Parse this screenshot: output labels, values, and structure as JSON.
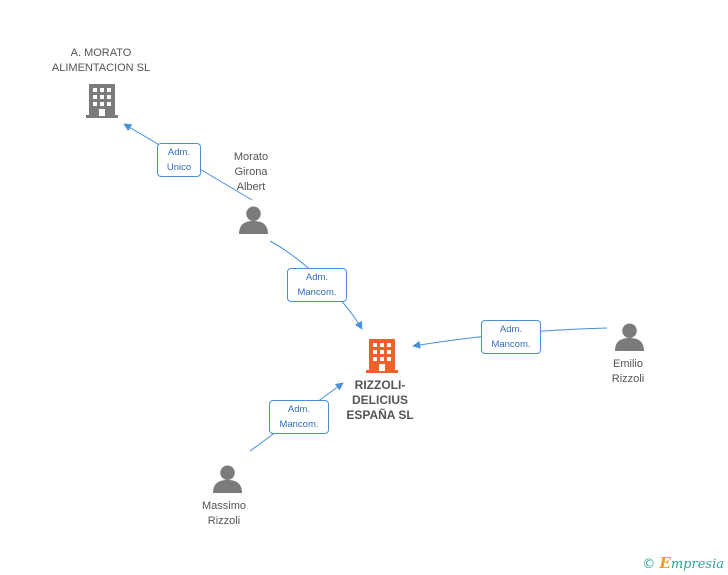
{
  "colors": {
    "edge": "#4a8fd9",
    "company": "#7b7b7b",
    "company_main": "#f0602a",
    "person": "#7b7b7b"
  },
  "nodes": {
    "morato_sl": {
      "lines": [
        "A.  MORATO",
        "ALIMENTACION SL"
      ],
      "icon": "building-icon"
    },
    "morato_person": {
      "lines": [
        "Morato",
        "Girona",
        "Albert"
      ],
      "icon": "person-icon"
    },
    "rizzoli_sl": {
      "lines": [
        "RIZZOLI-",
        "DELICIUS",
        "ESPAÑA SL"
      ],
      "icon": "building-icon"
    },
    "emilio": {
      "lines": [
        "Emilio",
        "Rizzoli"
      ],
      "icon": "person-icon"
    },
    "massimo": {
      "lines": [
        "Massimo",
        "Rizzoli"
      ],
      "icon": "person-icon"
    }
  },
  "edges": {
    "e1": {
      "lines": [
        "Adm.",
        "Unico"
      ]
    },
    "e2": {
      "lines": [
        "Adm.",
        "Mancom."
      ]
    },
    "e3": {
      "lines": [
        "Adm.",
        "Mancom."
      ]
    },
    "e4": {
      "lines": [
        "Adm.",
        "Mancom."
      ]
    }
  },
  "brand": {
    "copyright": "©",
    "initial": "E",
    "rest": "mpresia"
  }
}
